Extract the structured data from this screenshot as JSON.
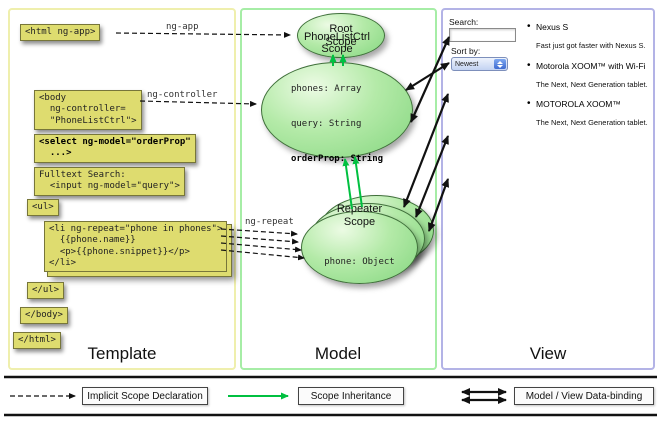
{
  "diagram": {
    "columns": {
      "template": "Template",
      "model": "Model",
      "view": "View"
    }
  },
  "template_code": {
    "html_open": "<html ng-app>",
    "body_open": "<body\n  ng-controller=\n  \"PhoneListCtrl\">",
    "select": "<select ng-model=\"orderProp\"\n  ...>",
    "fulltext": "Fulltext Search:\n  <input ng-model=\"query\">",
    "ul_open": "<ul>",
    "li_repeat": "<li ng-repeat=\"phone in phones\">\n  {{phone.name}}\n  <p>{{phone.snippet}}</p>\n</li>",
    "ul_close": "</ul>",
    "body_close": "</body>",
    "html_close": "</html>"
  },
  "arrow_labels": {
    "ng_app": "ng-app",
    "ng_controller": "ng-controller",
    "ng_repeat": "ng-repeat"
  },
  "scopes": {
    "root": {
      "title": "Root\nScope"
    },
    "ctrl": {
      "title": "PhoneListCtrl\nScope",
      "prop_phones": "phones: Array",
      "prop_query": "query: String",
      "prop_order": "orderProp: String"
    },
    "repeater": {
      "title": "Repeater\nScope",
      "prop_phone": "phone: Object"
    }
  },
  "view_panel": {
    "search_label": "Search:",
    "sort_label": "Sort by:",
    "sort_value": "Newest",
    "items": [
      {
        "name": "Nexus S",
        "snippet": "Fast just got faster with Nexus S."
      },
      {
        "name": "Motorola XOOM™ with Wi-Fi",
        "snippet": "The Next, Next Generation tablet."
      },
      {
        "name": "MOTOROLA XOOM™",
        "snippet": "The Next, Next Generation tablet."
      }
    ]
  },
  "legend": {
    "implicit": "Implicit Scope Declaration",
    "inheritance": "Scope Inheritance",
    "binding": "Model / View Data-binding"
  },
  "colors": {
    "template_border": "#efefad",
    "model_border": "#a6eda6",
    "view_border": "#b3b3e6",
    "code_box_bg": "#dedc6f",
    "scope_fill_green": "#9ddf95",
    "inheritance_green": "#00c040",
    "arrow_black": "#111111"
  }
}
